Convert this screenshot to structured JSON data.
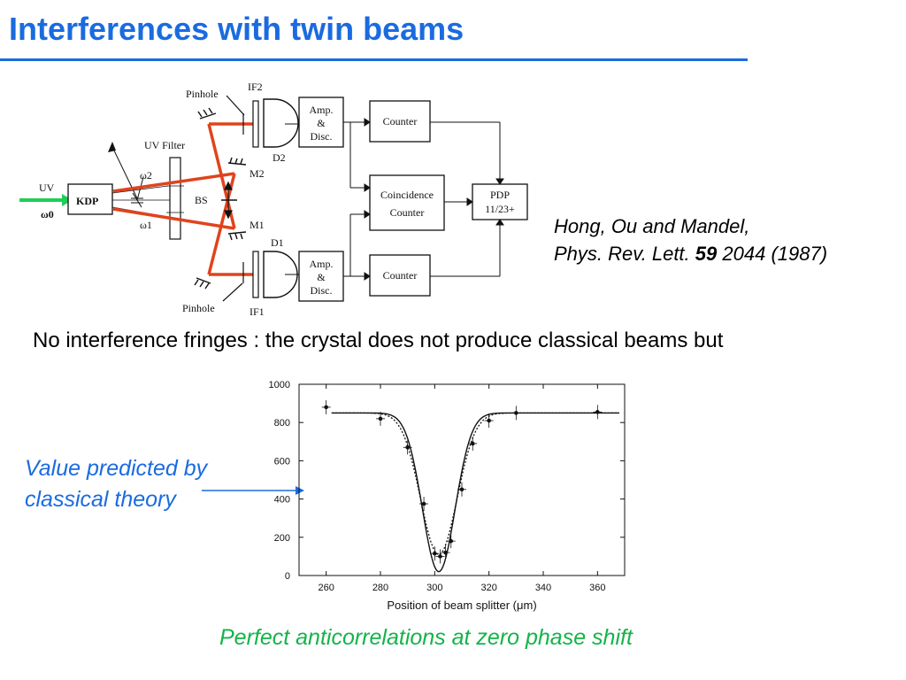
{
  "slide": {
    "title": "Interferences with twin beams",
    "reference": {
      "line1": "Hong, Ou and Mandel,",
      "journal": "Phys. Rev. Lett.",
      "volume": "59",
      "pages_year": "2044 (1987)"
    },
    "statement": "No interference fringes : the crystal does not produce classical beams but",
    "predicted_label_line1": "Value predicted by",
    "predicted_label_line2": "classical theory",
    "conclusion": "Perfect anticorrelations at zero phase shift",
    "colors": {
      "title": "#1a6be0",
      "annotation": "#1a6be0",
      "conclusion": "#14b34a",
      "beam": "#e0431c",
      "pump_arrow": "#1fcf55"
    }
  },
  "diagram": {
    "labels": {
      "pinhole_top": "Pinhole",
      "if2": "IF2",
      "d2": "D2",
      "uv_filter": "UV Filter",
      "uv": "UV",
      "omega0": "ω0",
      "kdp": "KDP",
      "omega2": "ω2",
      "omega1": "ω1",
      "bs": "BS",
      "m2": "M2",
      "m1": "M1",
      "d1": "D1",
      "pinhole_bottom": "Pinhole",
      "if1": "IF1",
      "amp_top": [
        "Amp.",
        "&",
        "Disc."
      ],
      "amp_bottom": [
        "Amp.",
        "&",
        "Disc."
      ],
      "counter_top": "Counter",
      "counter_bottom": "Counter",
      "coincidence": [
        "Coincidence",
        "Counter"
      ],
      "pdp": [
        "PDP",
        "11/23+"
      ]
    }
  },
  "chart_data": {
    "type": "scatter",
    "title": "",
    "xlabel": "Position of beam splitter (μm)",
    "ylabel": "",
    "xlim": [
      250,
      370
    ],
    "ylim": [
      0,
      1000
    ],
    "xticks": [
      260,
      280,
      300,
      320,
      340,
      360
    ],
    "yticks": [
      0,
      200,
      400,
      600,
      800,
      1000
    ],
    "grid": false,
    "series": [
      {
        "kind": "points",
        "x": [
          260,
          280,
          290,
          296,
          300,
          302,
          304,
          306,
          310,
          314,
          320,
          330,
          360
        ],
        "y": [
          880,
          820,
          670,
          375,
          115,
          100,
          120,
          180,
          450,
          690,
          810,
          850,
          855
        ]
      },
      {
        "kind": "fit-solid",
        "baseline": 850,
        "center": 301.5,
        "depth": 830,
        "width": 8.5
      },
      {
        "kind": "fit-dotted",
        "baseline": 850,
        "center": 301.5,
        "depth": 740,
        "width": 9.5
      }
    ]
  }
}
